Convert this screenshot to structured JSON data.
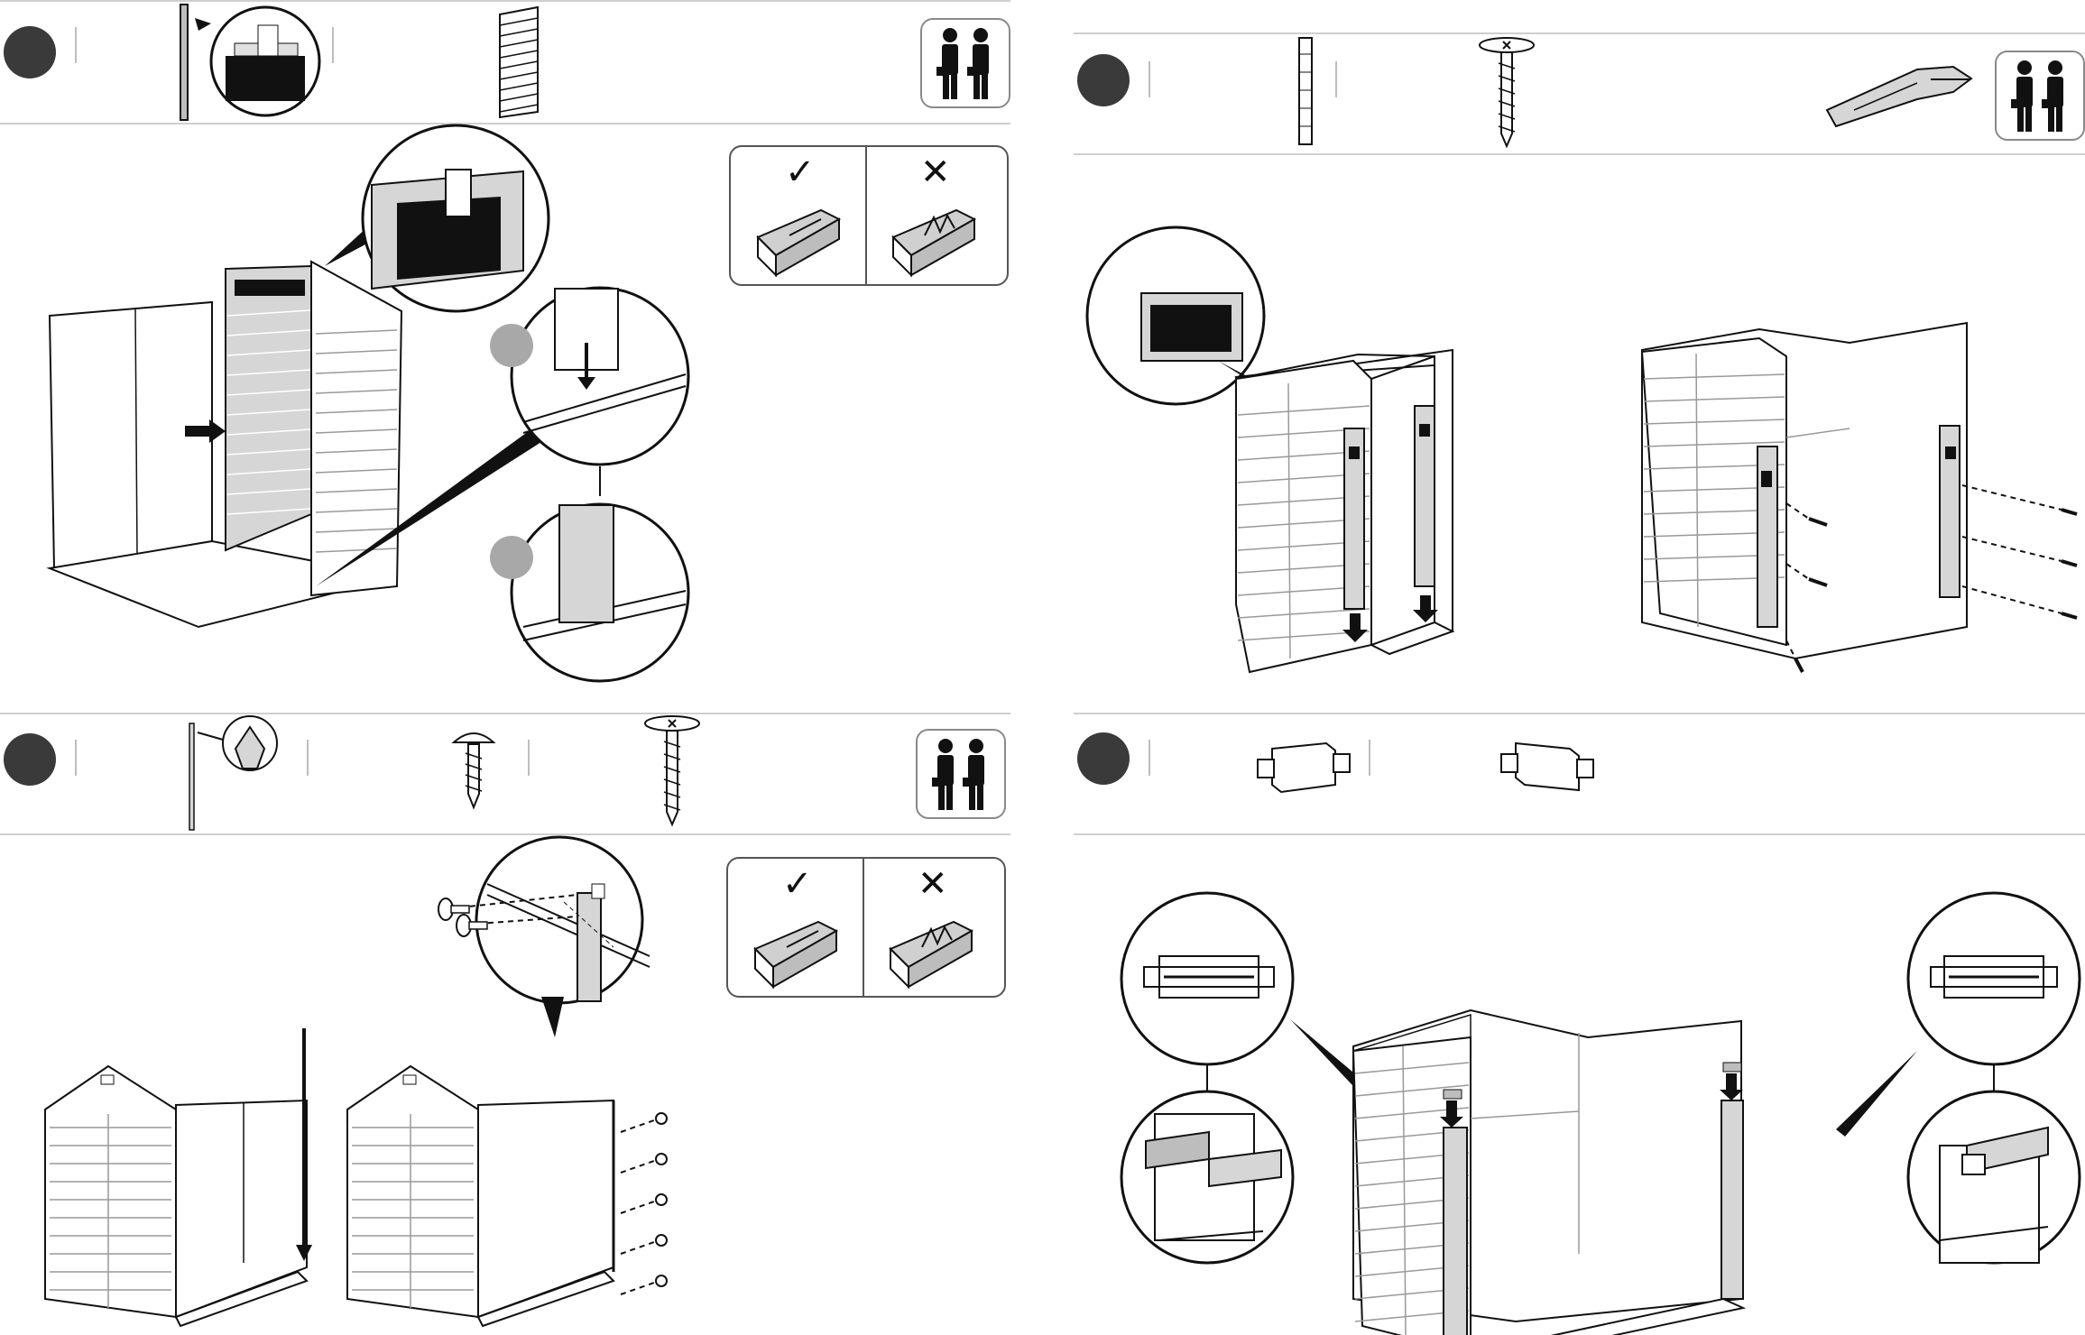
{
  "steps": [
    {
      "id": "top-left",
      "has_step_number": false,
      "people_required": 2
    },
    {
      "id": "top-right",
      "has_step_number": false,
      "people_required": 2
    },
    {
      "id": "bottom-left",
      "has_step_number": false,
      "people_required": 2
    },
    {
      "id": "bottom-right",
      "has_step_number": false
    }
  ],
  "marks": {
    "correct": "✓",
    "wrong": "✕"
  },
  "colors": {
    "line": "#1a1a1a",
    "panel_fill": "#d6d6d6",
    "step_dot": "#3a3a3a",
    "inset_dot": "#a8a8a8",
    "divider": "#cfcfcf"
  },
  "icons": [
    "two-person-icon",
    "screw-icon",
    "screwdriver-icon",
    "connector-icon",
    "panel-part-icon",
    "rail-part-icon"
  ]
}
